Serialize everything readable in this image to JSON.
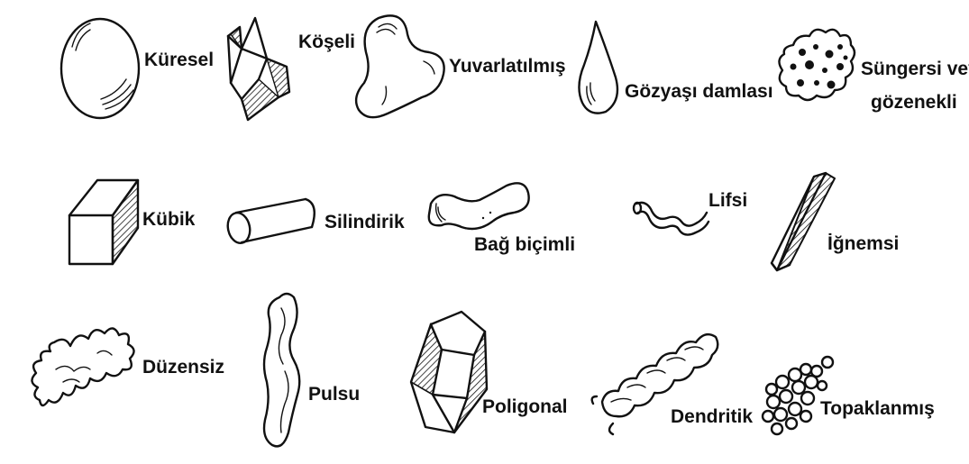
{
  "colors": {
    "ink": "#111111",
    "background": "#ffffff"
  },
  "shapes": [
    {
      "label": "Küresel",
      "icon": "sphere-icon"
    },
    {
      "label": "Köşeli",
      "icon": "angular-icon"
    },
    {
      "label": "Yuvarlatılmış",
      "icon": "rounded-icon"
    },
    {
      "label": "Gözyaşı damlası",
      "icon": "teardrop-icon"
    },
    {
      "label": "Süngersi veya",
      "label2": "gözenekli",
      "icon": "porous-icon"
    },
    {
      "label": "Kübik",
      "icon": "cube-icon"
    },
    {
      "label": "Silindirik",
      "icon": "cylinder-icon"
    },
    {
      "label": "Bağ biçimli",
      "icon": "ligament-icon"
    },
    {
      "label": "Lifsi",
      "icon": "fiber-icon"
    },
    {
      "label": "İğnemsi",
      "icon": "needle-icon"
    },
    {
      "label": "Düzensiz",
      "icon": "irregular-icon"
    },
    {
      "label": "Pulsu",
      "icon": "flake-icon"
    },
    {
      "label": "Poligonal",
      "icon": "polygonal-icon"
    },
    {
      "label": "Dendritik",
      "icon": "dendritic-icon"
    },
    {
      "label": "Topaklanmış",
      "icon": "agglomerate-icon"
    }
  ]
}
